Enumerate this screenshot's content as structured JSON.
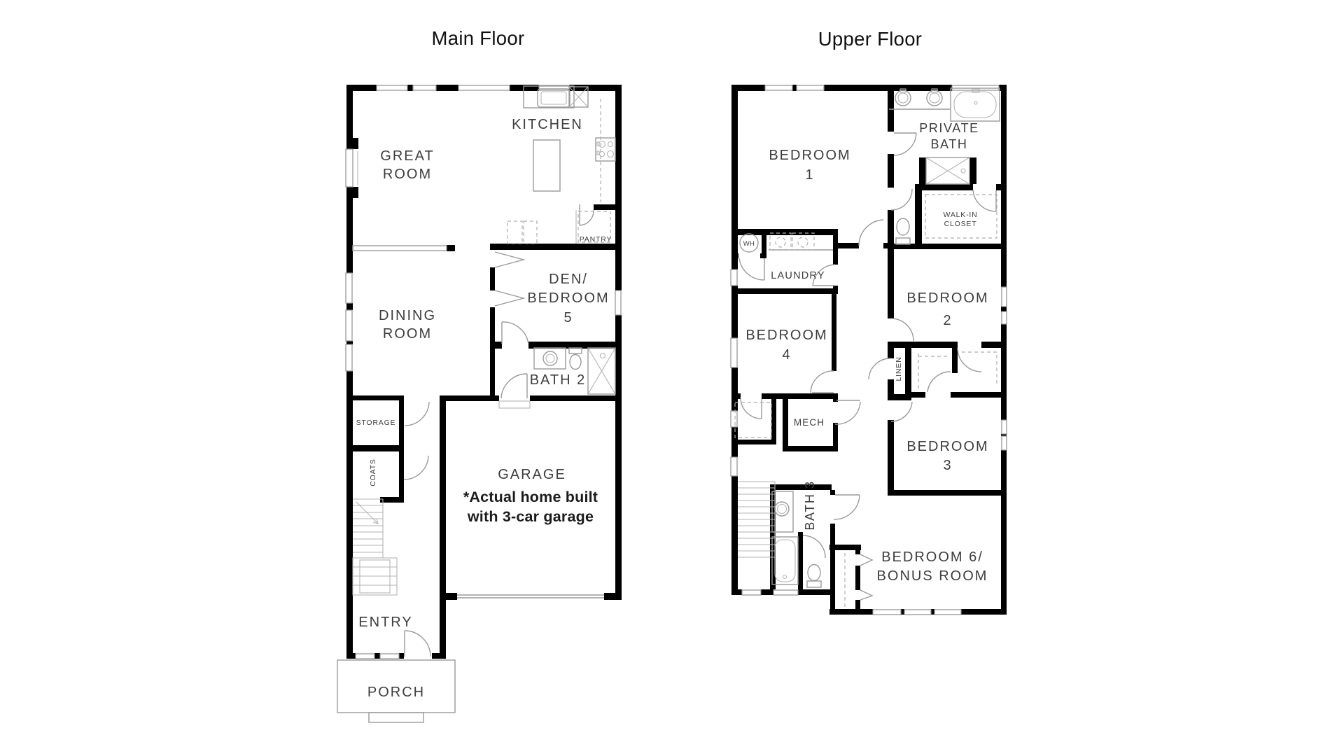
{
  "titles": {
    "main_floor": "Main Floor",
    "upper_floor": "Upper Floor"
  },
  "main_floor": {
    "rooms": {
      "great_room": {
        "line1": "GREAT",
        "line2": "ROOM"
      },
      "kitchen": {
        "line1": "KITCHEN"
      },
      "pantry": {
        "line1": "PANTRY"
      },
      "dining_room": {
        "line1": "DINING",
        "line2": "ROOM"
      },
      "den_bedroom5": {
        "line1": "DEN/",
        "line2": "BEDROOM",
        "line3": "5"
      },
      "bath2": {
        "line1": "BATH 2"
      },
      "storage": {
        "line1": "STORAGE"
      },
      "coats": {
        "line1": "COATS"
      },
      "garage": {
        "line1": "GARAGE"
      },
      "entry": {
        "line1": "ENTRY"
      },
      "porch": {
        "line1": "PORCH"
      }
    },
    "garage_note": {
      "line1": "*Actual home built",
      "line2": "with 3-car garage"
    }
  },
  "upper_floor": {
    "rooms": {
      "bedroom1": {
        "line1": "BEDROOM",
        "line2": "1"
      },
      "private_bath": {
        "line1": "PRIVATE",
        "line2": "BATH"
      },
      "walk_in_closet": {
        "line1": "WALK-IN",
        "line2": "CLOSET"
      },
      "water_heater": {
        "line1": "WH"
      },
      "laundry": {
        "line1": "LAUNDRY"
      },
      "bedroom2": {
        "line1": "BEDROOM",
        "line2": "2"
      },
      "bedroom4": {
        "line1": "BEDROOM",
        "line2": "4"
      },
      "linen": {
        "line1": "LINEN"
      },
      "mech": {
        "line1": "MECH"
      },
      "bedroom3": {
        "line1": "BEDROOM",
        "line2": "3"
      },
      "bath3": {
        "line1": "BATH 3"
      },
      "bedroom6_bonus": {
        "line1": "BEDROOM 6/",
        "line2": "BONUS ROOM"
      }
    }
  },
  "colors": {
    "background": "#ffffff",
    "wall": "#000000",
    "thin_line": "#9a9a9a",
    "dashed_line": "#aeaeae",
    "label": "#3d3d3d",
    "title": "#101010"
  }
}
